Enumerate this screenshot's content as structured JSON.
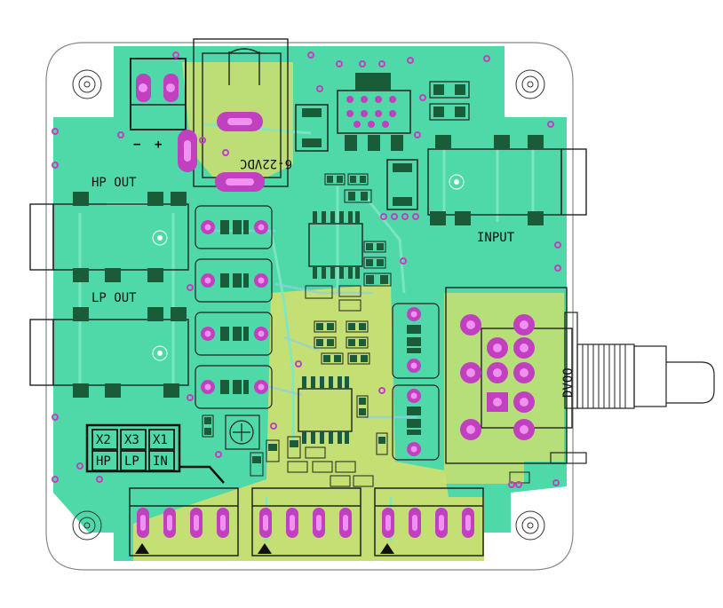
{
  "labels": {
    "hp_out": "HP OUT",
    "lp_out": "LP OUT",
    "input": "INPUT",
    "power": "6-22VDC",
    "polarity_minus": "−",
    "polarity_plus": "+",
    "pot_mark": "DVOO"
  },
  "jumper_block": {
    "top_row": [
      "X2",
      "X3",
      "X1"
    ],
    "bottom_row": [
      "HP",
      "LP",
      "IN"
    ]
  },
  "colors": {
    "board": "#4fd8a8",
    "trace": "#6fe0c0",
    "copper_pour": "#d8e06a",
    "pad": "#1a5c3a",
    "via_ring": "#c040c0",
    "via_hole": "#f090f0",
    "silkscreen": "#111111",
    "bottom_trace": "#8fd0e0"
  }
}
